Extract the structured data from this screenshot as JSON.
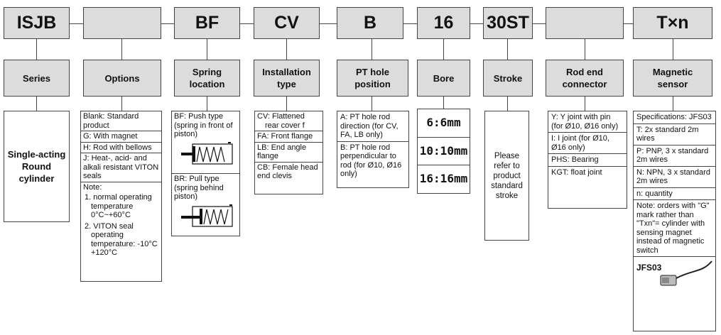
{
  "codes": [
    "ISJB",
    "",
    "BF",
    "CV",
    "B",
    "16",
    "30ST",
    "",
    "T×n"
  ],
  "headers": [
    "Series",
    "Options",
    "Spring location",
    "Installation type",
    "PT hole position",
    "Bore",
    "Stroke",
    "Rod end connector",
    "Magnetic sensor"
  ],
  "series": {
    "text": "Single-acting Round cylinder"
  },
  "options": {
    "items": [
      "Blank: Standard product",
      "G: With magnet",
      "H: Rod with bellows",
      "J: Heat-, acid- and alkali resistant VITON seals"
    ],
    "note_title": "Note:",
    "notes": [
      "1. normal operating temperature 0°C~+60°C",
      "2. VITON seal operating temperature: -10°C +120°C"
    ]
  },
  "spring": {
    "items": [
      "BF: Push type (spring in front of piston)",
      "BR: Pull type (spring behind piston)"
    ]
  },
  "install": {
    "items": [
      "CV: Flattened rear cover f",
      "FA: Front flange",
      "LB: End angle flange",
      "CB: Female head end clevis"
    ]
  },
  "pthole": {
    "items": [
      "A: PT hole rod direction (for CV, FA, LB only)",
      "B: PT hole rod perpendicular to rod (for Ø10, Ø16 only)"
    ]
  },
  "bore": {
    "items": [
      "6:6mm",
      "10:10mm",
      "16:16mm"
    ]
  },
  "stroke": {
    "text": "Please refer to product standard stroke"
  },
  "rodend": {
    "items": [
      "Y: Y joint with pin (for Ø10, Ø16 only)",
      "I: I joint (for Ø10, Ø16 only)",
      "PHS: Bearing",
      "KGT: float joint"
    ]
  },
  "magnetic": {
    "items": [
      "Specifications: JFS03",
      "T: 2x standard 2m wires",
      "P: PNP, 3 x standard 2m wires",
      "N: NPN, 3 x standard 2m wires",
      "n: quantity",
      "Note: orders with \"G\" mark rather than \"Txn\"= cylinder with sensing magnet instead of magnetic switch"
    ],
    "sensor_label": "JFS03"
  },
  "colors": {
    "box_fill": "#dcdcdc",
    "line": "#444444"
  }
}
